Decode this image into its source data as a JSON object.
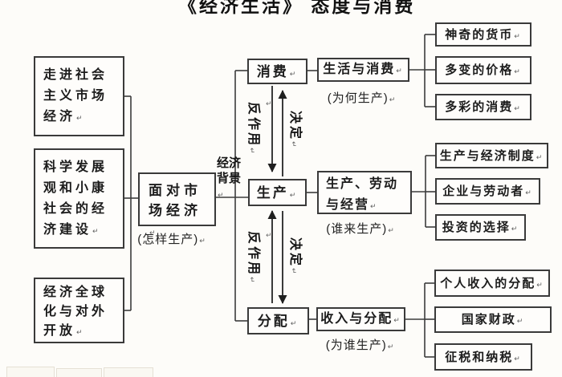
{
  "title": "《经济生活》 态度与消费",
  "marks": {
    "return": "↵"
  },
  "left_column": [
    {
      "label": "走进社会主义市场经济"
    },
    {
      "label": "科学发展观和小康社会的经济建设"
    },
    {
      "label": "经济全球化与对外开放"
    }
  ],
  "hub": {
    "label": "面对市场经济",
    "note": "(怎样生产)"
  },
  "cycle": {
    "consumption": "消费",
    "production": "生产",
    "distribution": "分配",
    "determines": "决定",
    "counteracts": "反作用",
    "background": "经济背景"
  },
  "units": [
    {
      "label": "生活与消费",
      "note": "(为何生产)"
    },
    {
      "label": "生产、劳动与经营",
      "note": "(谁来生产)"
    },
    {
      "label": "收入与分配",
      "note": "(为谁生产)"
    }
  ],
  "lessons": {
    "consumption_group": [
      "神奇的货币",
      "多变的价格",
      "多彩的消费"
    ],
    "production_group": [
      "生产与经济制度",
      "企业与劳动者",
      "投资的选择"
    ],
    "distribution_group": [
      "个人收入的分配",
      "国家财政",
      "征税和纳税"
    ]
  }
}
